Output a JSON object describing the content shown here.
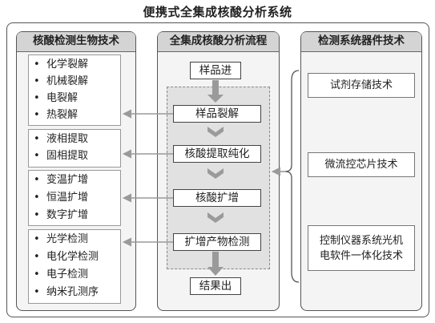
{
  "title": "便携式全集成核酸分析系统",
  "left": {
    "header": "核酸检测生物技术",
    "groups": [
      [
        "化学裂解",
        "机械裂解",
        "电裂解",
        "热裂解"
      ],
      [
        "液相提取",
        "固相提取"
      ],
      [
        "变温扩增",
        "恒温扩增",
        "数字扩增"
      ],
      [
        "光学检测",
        "电化学检测",
        "电子检测",
        "纳米孔测序"
      ]
    ],
    "bullet": "•"
  },
  "middle": {
    "header": "全集成核酸分析流程",
    "input": "样品进",
    "steps": [
      "样品裂解",
      "核酸提取纯化",
      "核酸扩增",
      "扩增产物检测"
    ],
    "output": "结果出"
  },
  "right": {
    "header": "检测系统器件技术",
    "items": [
      "试剂存储技术",
      "微流控芯片技术",
      "控制仪器系统光机电软件一体化技术"
    ]
  }
}
